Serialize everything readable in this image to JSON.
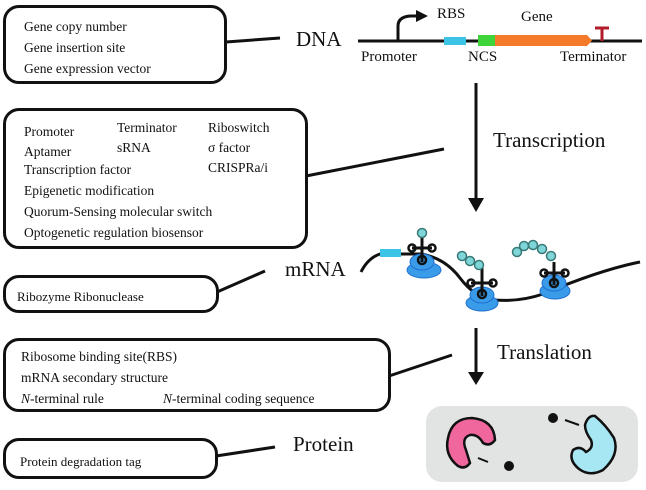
{
  "boxes": {
    "dna_factors": [
      "Gene copy number",
      "Gene insertion site",
      "Gene expression vector"
    ],
    "transcription_factors": {
      "col1": [
        "Promoter",
        "Aptamer"
      ],
      "col2": [
        "Terminator",
        "sRNA"
      ],
      "col3": [
        "Riboswitch",
        "σ factor",
        "CRISPRa/i"
      ],
      "rows": [
        "Transcription factor",
        "Epigenetic modification",
        "Quorum-Sensing molecular switch",
        "Optogenetic regulation biosensor"
      ]
    },
    "mrna_factors": [
      "Ribozyme Ribonuclease"
    ],
    "translation_factors": {
      "rows": [
        "Ribosome binding site(RBS)",
        "mRNA secondary structure"
      ],
      "n_terminal_rule": {
        "prefix": "N",
        "suffix": "-terminal rule"
      },
      "n_terminal_coding": {
        "prefix": "N",
        "suffix": "-terminal coding sequence"
      }
    },
    "protein_factors": [
      "Protein degradation tag"
    ]
  },
  "stages": {
    "dna": "DNA",
    "mrna": "mRNA",
    "protein": "Protein"
  },
  "processes": {
    "transcription": "Transcription",
    "translation": "Translation"
  },
  "gene_construct": {
    "promoter": "Promoter",
    "rbs": "RBS",
    "ncs": "NCS",
    "gene": "Gene",
    "terminator": "Terminator"
  },
  "colors": {
    "rbs": "#3cc4e6",
    "ncs": "#3fd43a",
    "gene": "#f47a2a",
    "terminator": "#b31b2a",
    "ribosome": "#3a9be8",
    "amino_acid": "#7fd6d8",
    "protein_pink": "#f0679e",
    "protein_blue": "#a7e6f3",
    "protein_panel": "#e2e4e4"
  }
}
